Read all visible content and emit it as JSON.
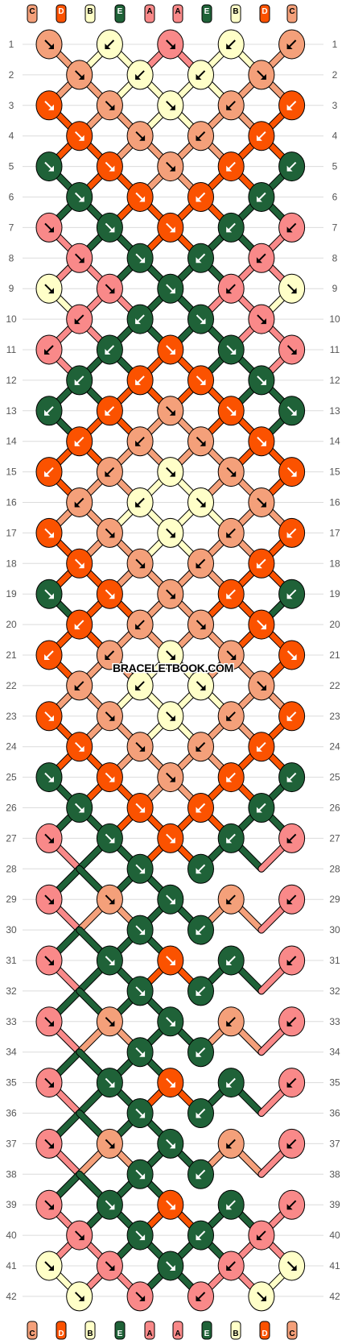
{
  "watermark": "BRACELETBOOK.COM",
  "colors": {
    "C": "#f4a07a",
    "D": "#fb5200",
    "B": "#ffffc8",
    "E": "#1f6238",
    "A": "#f98989"
  },
  "strings_top": [
    "C",
    "D",
    "B",
    "E",
    "A",
    "A",
    "E",
    "B",
    "D",
    "C"
  ],
  "strings_bottom": [
    "C",
    "D",
    "B",
    "E",
    "A",
    "A",
    "E",
    "B",
    "D",
    "C"
  ],
  "rows": [
    [
      "C:r",
      "B:l",
      "A:r",
      "B:l",
      "C:l"
    ],
    [
      "C:r",
      "B:l",
      "B:l",
      "C:r"
    ],
    [
      "D:r",
      "C:r",
      "B:r",
      "C:l",
      "D:l"
    ],
    [
      "D:r",
      "C:r",
      "C:l",
      "D:l"
    ],
    [
      "E:r",
      "D:r",
      "C:r",
      "D:l",
      "E:l"
    ],
    [
      "E:r",
      "D:r",
      "D:l",
      "E:l"
    ],
    [
      "A:r",
      "E:r",
      "D:r",
      "E:l",
      "A:l"
    ],
    [
      "A:r",
      "E:r",
      "E:l",
      "A:l"
    ],
    [
      "B:r",
      "A:r",
      "E:r",
      "A:l",
      "B:r"
    ],
    [
      "A:l",
      "E:l",
      "E:r",
      "A:r"
    ],
    [
      "A:l",
      "E:l",
      "D:r",
      "E:r",
      "A:r"
    ],
    [
      "E:l",
      "D:l",
      "D:r",
      "E:r"
    ],
    [
      "E:l",
      "D:l",
      "C:r",
      "D:r",
      "E:r"
    ],
    [
      "D:l",
      "C:l",
      "C:r",
      "D:r"
    ],
    [
      "D:l",
      "C:l",
      "B:r",
      "C:r",
      "D:r"
    ],
    [
      "C:l",
      "B:l",
      "B:r",
      "C:r"
    ],
    [
      "D:r",
      "C:r",
      "B:r",
      "C:l",
      "D:l"
    ],
    [
      "D:r",
      "C:r",
      "C:l",
      "D:l"
    ],
    [
      "E:r",
      "D:r",
      "C:r",
      "D:l",
      "E:l"
    ],
    [
      "D:l",
      "C:l",
      "C:r",
      "D:r"
    ],
    [
      "D:l",
      "C:l",
      "B:r",
      "C:r",
      "D:r"
    ],
    [
      "C:l",
      "B:l",
      "B:r",
      "C:r"
    ],
    [
      "D:r",
      "C:r",
      "B:r",
      "C:l",
      "D:l"
    ],
    [
      "D:r",
      "C:r",
      "C:l",
      "D:l"
    ],
    [
      "E:r",
      "D:r",
      "C:r",
      "D:l",
      "E:l"
    ],
    [
      "E:r",
      "D:r",
      "D:l",
      "E:l"
    ],
    [
      "A:r",
      "E:r",
      "D:r",
      "E:l",
      "A:l"
    ],
    [
      "E:r",
      "E:l"
    ],
    [
      "A:r",
      "C:r",
      "E:r",
      "C:l",
      "A:l"
    ],
    [
      "E:r",
      "E:l"
    ],
    [
      "A:r",
      "E:r",
      "D:r",
      "E:l",
      "A:l"
    ],
    [
      "E:r",
      "E:l"
    ],
    [
      "A:r",
      "C:r",
      "E:r",
      "C:l",
      "A:l"
    ],
    [
      "E:r",
      "E:l"
    ],
    [
      "A:r",
      "E:r",
      "D:r",
      "E:l",
      "A:l"
    ],
    [
      "E:r",
      "E:l"
    ],
    [
      "A:r",
      "C:r",
      "E:r",
      "C:l",
      "A:l"
    ],
    [
      "E:r",
      "E:l"
    ],
    [
      "A:r",
      "E:r",
      "D:r",
      "E:l",
      "A:l"
    ],
    [
      "A:r",
      "E:r",
      "E:l",
      "A:l"
    ],
    [
      "B:r",
      "A:r",
      "E:r",
      "A:l",
      "B:r"
    ],
    [
      "B:r",
      "A:r",
      "A:l",
      "B:r"
    ]
  ]
}
